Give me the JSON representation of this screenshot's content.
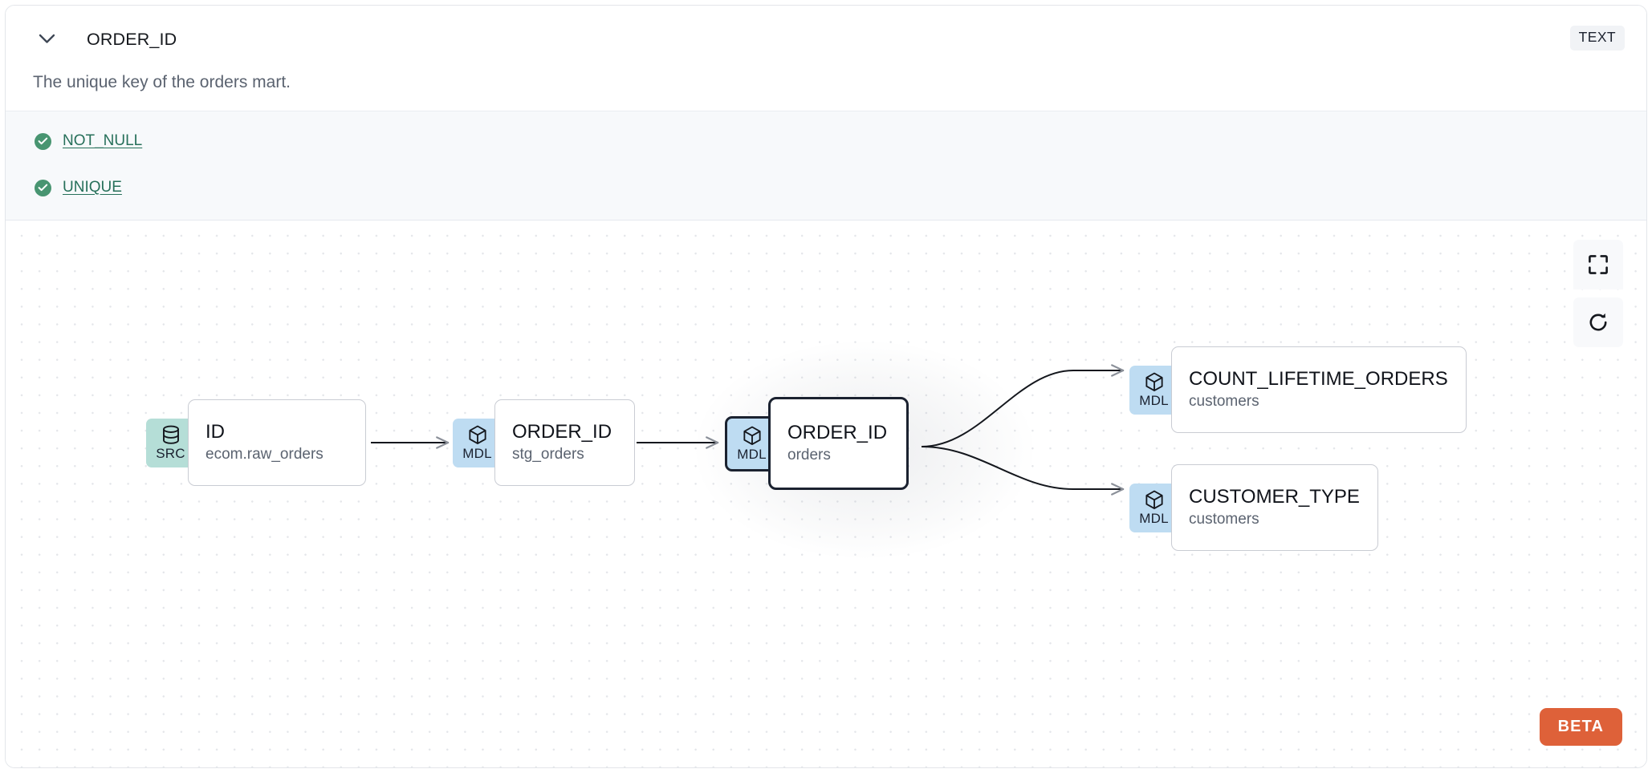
{
  "header": {
    "collapse_icon": "chevron-down-icon",
    "column_name": "ORDER_ID",
    "type_badge": "TEXT"
  },
  "description": "The unique key of the orders mart.",
  "tests": {
    "items": [
      {
        "status_icon": "check-circle-icon",
        "label": "NOT_NULL",
        "status": "pass"
      },
      {
        "status_icon": "check-circle-icon",
        "label": "UNIQUE",
        "status": "pass"
      }
    ]
  },
  "lineage": {
    "nodes": [
      {
        "id": "src-id",
        "badge": "SRC",
        "badge_icon": "database-icon",
        "name": "ID",
        "sub": "ecom.raw_orders",
        "selected": false
      },
      {
        "id": "mdl-stg-order-id",
        "badge": "MDL",
        "badge_icon": "cube-icon",
        "name": "ORDER_ID",
        "sub": "stg_orders",
        "selected": false
      },
      {
        "id": "mdl-orders-order-id",
        "badge": "MDL",
        "badge_icon": "cube-icon",
        "name": "ORDER_ID",
        "sub": "orders",
        "selected": true
      },
      {
        "id": "mdl-count-lifetime-orders",
        "badge": "MDL",
        "badge_icon": "cube-icon",
        "name": "COUNT_LIFETIME_ORDERS",
        "sub": "customers",
        "selected": false
      },
      {
        "id": "mdl-customer-type",
        "badge": "MDL",
        "badge_icon": "cube-icon",
        "name": "CUSTOMER_TYPE",
        "sub": "customers",
        "selected": false
      }
    ],
    "edges": [
      {
        "from": "src-id",
        "to": "mdl-stg-order-id"
      },
      {
        "from": "mdl-stg-order-id",
        "to": "mdl-orders-order-id"
      },
      {
        "from": "mdl-orders-order-id",
        "to": "mdl-count-lifetime-orders"
      },
      {
        "from": "mdl-orders-order-id",
        "to": "mdl-customer-type"
      }
    ]
  },
  "controls": [
    {
      "name": "fit-view-button",
      "icon": "fullscreen-icon"
    },
    {
      "name": "reset-button",
      "icon": "refresh-icon"
    }
  ],
  "beta_badge": "BETA",
  "colors": {
    "src_badge_bg": "#b5ded7",
    "mdl_badge_bg": "#bedcf2",
    "test_pass": "#489571",
    "test_link": "#27705a",
    "beta_bg": "#de6139",
    "selected_border": "#1b2230",
    "canvas_dot": "#e4e6ea",
    "tests_bg": "#f7f9fb",
    "type_badge_bg": "#f1f3f6"
  }
}
